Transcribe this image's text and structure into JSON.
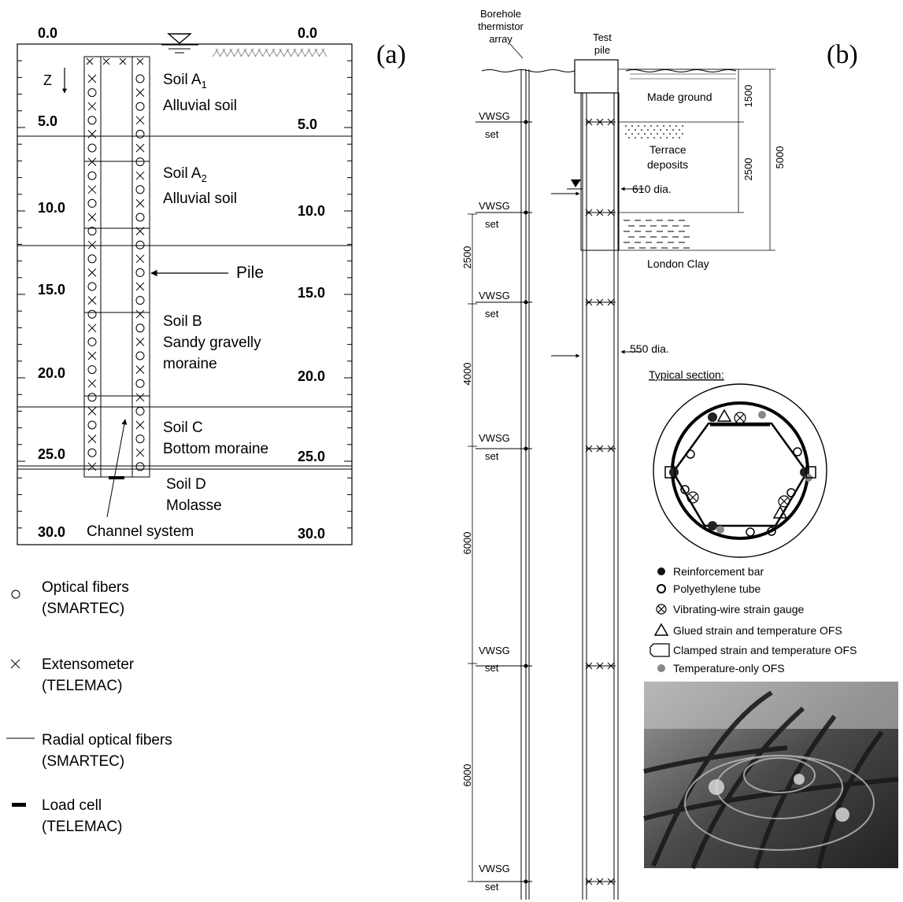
{
  "panel_a": {
    "label": "(a)",
    "top_left_depth": "0.0",
    "top_right_depth": "0.0",
    "z_label": "Z",
    "depths_left": [
      "5.0",
      "10.0",
      "15.0",
      "20.0",
      "25.0",
      "30.0"
    ],
    "depths_right": [
      "5.0",
      "10.0",
      "15.0",
      "20.0",
      "25.0",
      "30.0"
    ],
    "soils": [
      {
        "name": "Soil A",
        "sub": "1",
        "desc": "Alluvial soil"
      },
      {
        "name": "Soil A",
        "sub": "2",
        "desc": "Alluvial soil"
      },
      {
        "name": "Soil B",
        "desc_lines": [
          "Sandy gravelly",
          "moraine"
        ]
      },
      {
        "name": "Soil C",
        "desc": "Bottom moraine"
      },
      {
        "name": "Soil D",
        "desc": "Molasse"
      }
    ],
    "pile_label": "Pile",
    "channel_label": "Channel system",
    "legend": [
      {
        "symbol": "circle",
        "lines": [
          "Optical fibers",
          "(SMARTEC)"
        ]
      },
      {
        "symbol": "cross",
        "lines": [
          "Extensometer",
          "(TELEMAC)"
        ]
      },
      {
        "symbol": "line",
        "lines": [
          "Radial optical fibers",
          "(SMARTEC)"
        ]
      },
      {
        "symbol": "bar",
        "lines": [
          "Load cell",
          "(TELEMAC)"
        ]
      }
    ]
  },
  "panel_b": {
    "label": "(b)",
    "borehole_label": [
      "Borehole",
      "thermistor",
      "array"
    ],
    "test_pile_label": [
      "Test",
      "pile"
    ],
    "strata": [
      "Made ground",
      "Terrace",
      "deposits",
      "London Clay"
    ],
    "right_dims": [
      "1500",
      "2500",
      "5000"
    ],
    "dia_upper": "610 dia.",
    "dia_lower": "550 dia.",
    "vwsg": "VWSG",
    "set": "set",
    "left_dims": [
      "2500",
      "4000",
      "6000",
      "6000"
    ],
    "typical_section": "Typical section:",
    "legend": [
      "Reinforcement bar",
      "Polyethylene tube",
      "Vibrating-wire strain gauge",
      "Glued strain and temperature OFS",
      "Clamped strain and temperature OFS",
      "Temperature-only OFS"
    ]
  }
}
